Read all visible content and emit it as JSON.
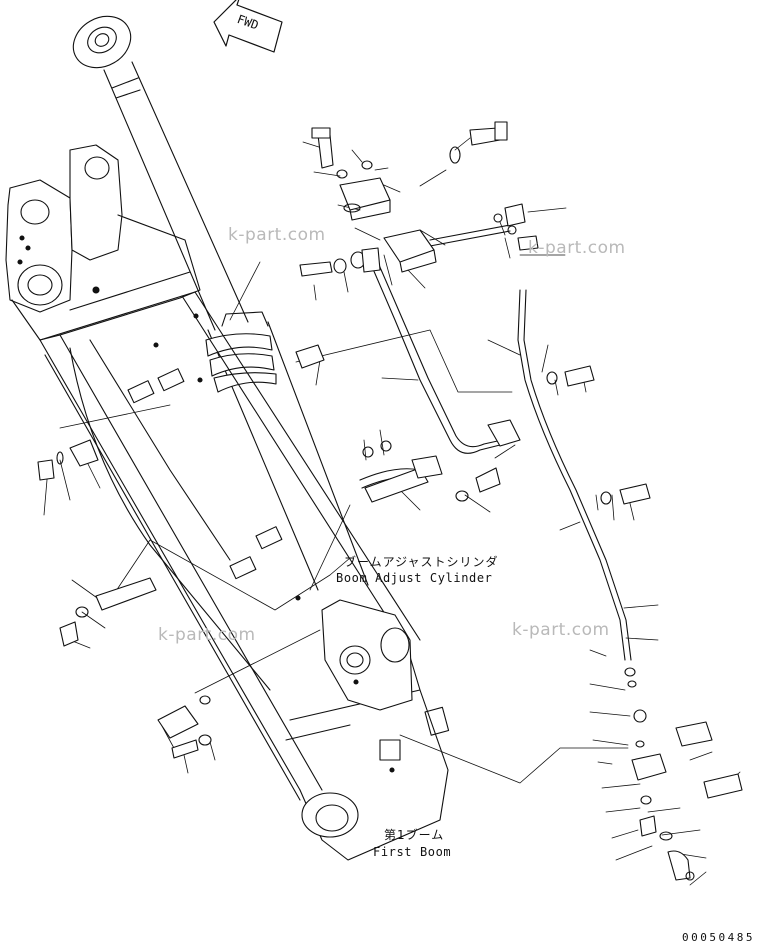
{
  "direction_marker": "FWD",
  "labels": {
    "boom_adjust_cylinder_jp": "ブームアジャストシリンダ",
    "boom_adjust_cylinder_en": "Boom Adjust Cylinder",
    "first_boom_jp": "第1ブーム",
    "first_boom_en": "First Boom"
  },
  "watermarks": [
    "k-part.com",
    "k-part.com",
    "k-part.com",
    "k-part.com"
  ],
  "figure_number": "00050485"
}
